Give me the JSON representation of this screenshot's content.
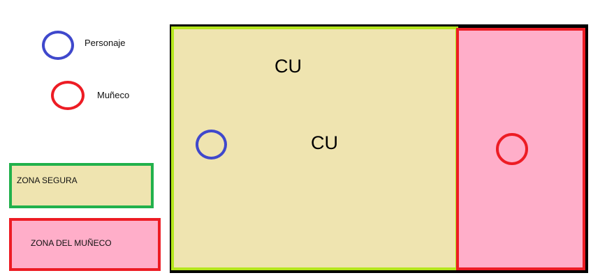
{
  "colors": {
    "character": "#3f48cc",
    "doll": "#ed1c24",
    "safe_zone_border_legend": "#22b14c",
    "safe_zone_border_map": "#b5e61d",
    "safe_zone_fill": "#efe4b0",
    "doll_zone_fill": "#ffaec9",
    "map_frame": "#000000"
  },
  "legend": {
    "character_label": "Personaje",
    "doll_label": "Muñeco",
    "safe_zone_label": "ZONA SEGURA",
    "doll_zone_label": "ZONA DEL MUÑECO"
  },
  "map": {
    "labels": [
      "CU",
      "CU"
    ]
  }
}
